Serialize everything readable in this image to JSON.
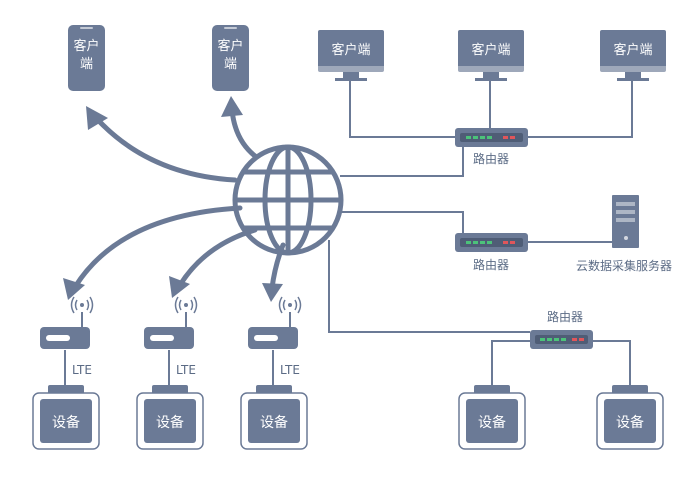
{
  "labels": {
    "client": "客户端",
    "phone_client_char1": "客户",
    "phone_client_char2": "端",
    "router": "路由器",
    "cloud_server": "云数据采集服务器",
    "lte": "LTE",
    "device": "设备"
  },
  "colors": {
    "primary": "#6b7a96",
    "dark": "#5b6b85",
    "led_green": "#4cc37a",
    "led_red": "#e0565b",
    "device_border": "#6b7a96"
  }
}
